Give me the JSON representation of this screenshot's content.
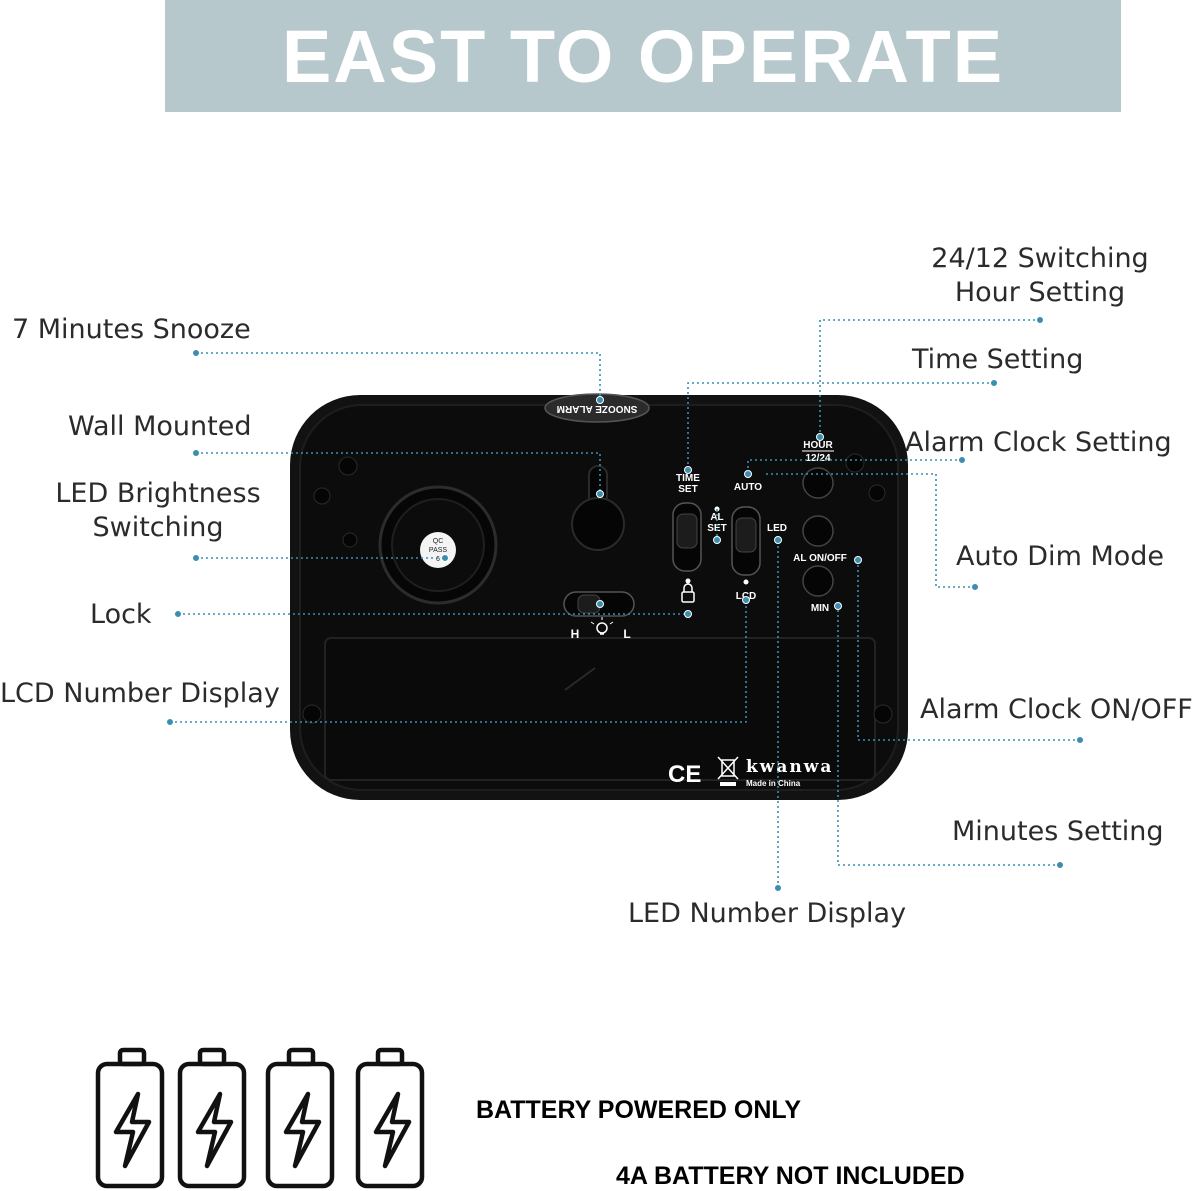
{
  "banner": {
    "title": "EAST TO OPERATE"
  },
  "callouts": {
    "snooze": "7 Minutes Snooze",
    "wall_mounted": "Wall Mounted",
    "led_brightness_1": "LED Brightness",
    "led_brightness_2": "Switching",
    "lock": "Lock",
    "lcd_display": "LCD Number Display",
    "hour_switch_1": "24/12 Switching",
    "hour_switch_2": "Hour Setting",
    "time_setting": "Time Setting",
    "alarm_setting": "Alarm Clock Setting",
    "auto_dim": "Auto Dim Mode",
    "alarm_onoff": "Alarm Clock ON/OFF",
    "minutes_setting": "Minutes Setting",
    "led_display": "LED Number Display"
  },
  "device": {
    "snooze_label": "SNOOZE ALARM",
    "qc_1": "QC",
    "qc_2": "PASS",
    "qc_3": "6",
    "hour_1": "HOUR",
    "hour_2": "12/24",
    "time_set_1": "TIME",
    "time_set_2": "SET",
    "al_set_1": "AL",
    "al_set_2": "SET",
    "auto": "AUTO",
    "led": "LED",
    "lcd": "LCD",
    "al_onoff": "AL ON/OFF",
    "min": "MIN",
    "h": "H",
    "l": "L",
    "ce": "CE",
    "brand": "kwanwa",
    "made_in": "Made in China"
  },
  "footer": {
    "battery_powered": "BATTERY POWERED ONLY",
    "battery_not_included": "4A BATTERY NOT INCLUDED"
  },
  "colors": {
    "banner": "#b7c8cc",
    "leader": "#3a8fb0",
    "device": "#111111"
  },
  "icons": [
    "battery-icon",
    "lightning-icon",
    "lock-icon",
    "bulb-icon",
    "weee-bin-icon"
  ]
}
